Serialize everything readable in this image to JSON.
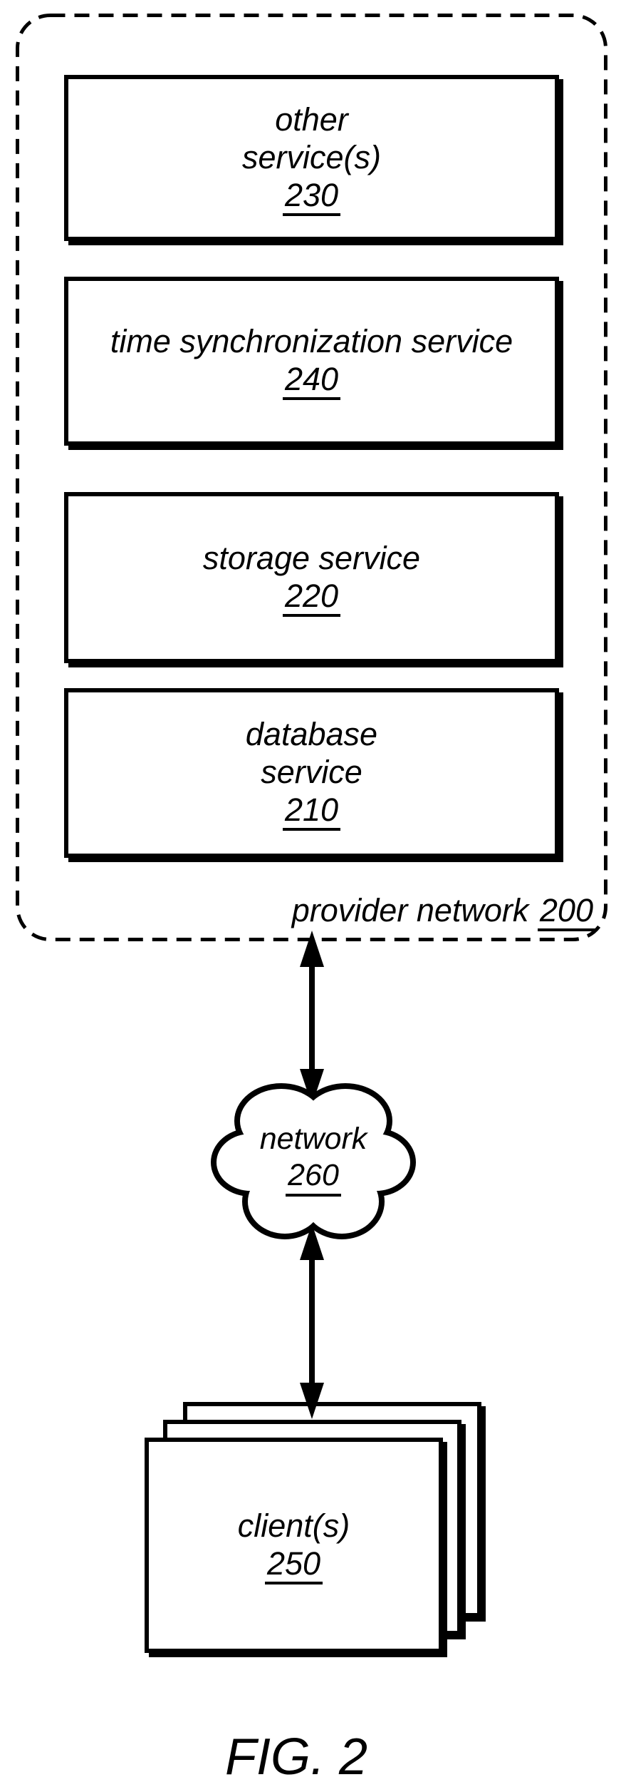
{
  "colors": {
    "ink": "#000000",
    "paper": "#ffffff"
  },
  "provider_network": {
    "label": "provider network",
    "ref": "200",
    "services": [
      {
        "lines": [
          "other",
          "service(s)"
        ],
        "ref": "230"
      },
      {
        "lines": [
          "time synchronization service"
        ],
        "ref": "240"
      },
      {
        "lines": [
          "storage service"
        ],
        "ref": "220"
      },
      {
        "lines": [
          "database",
          "service"
        ],
        "ref": "210"
      }
    ]
  },
  "network_cloud": {
    "label": "network",
    "ref": "260"
  },
  "clients": {
    "label": "client(s)",
    "ref": "250"
  },
  "figure_caption": "FIG. 2"
}
